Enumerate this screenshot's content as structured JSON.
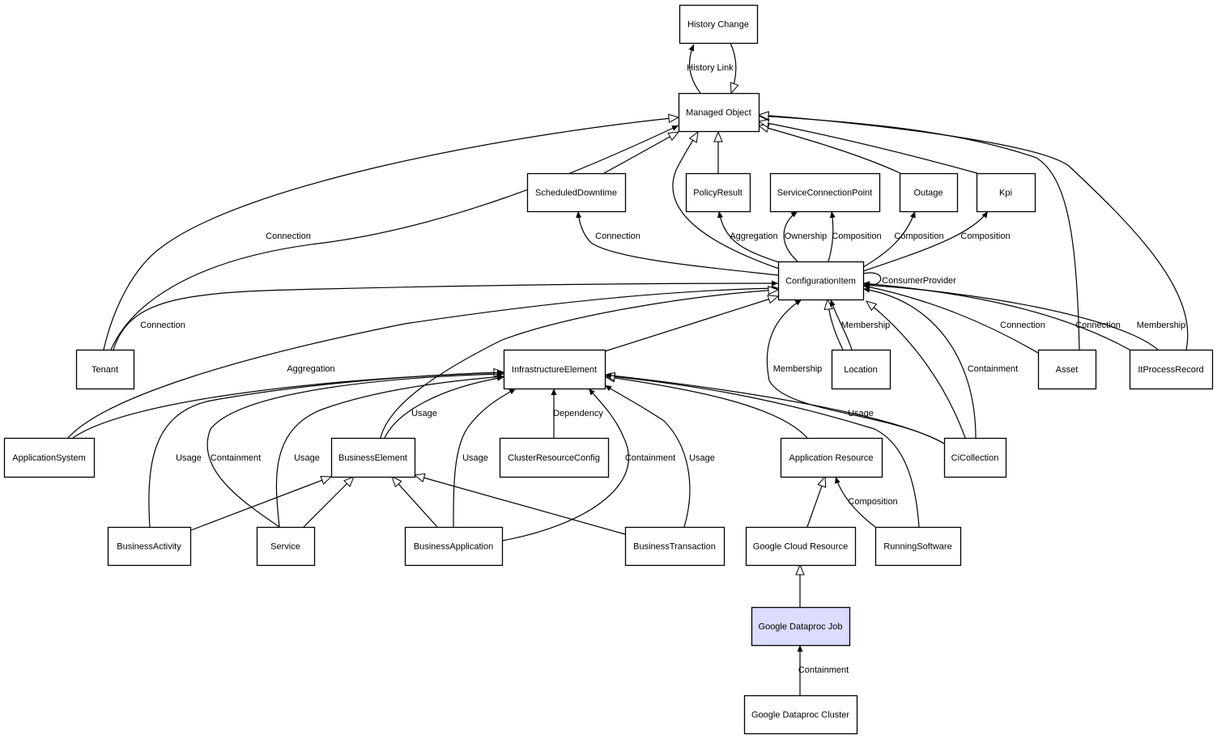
{
  "colors": {
    "node_fill": "#ffffff",
    "highlight_fill": "#dcdcfc",
    "stroke": "#000000"
  },
  "nodes": [
    {
      "id": "history-change",
      "label": "History Change"
    },
    {
      "id": "managed-object",
      "label": "Managed Object"
    },
    {
      "id": "scheduled-downtime",
      "label": "ScheduledDowntime"
    },
    {
      "id": "policy-result",
      "label": "PolicyResult"
    },
    {
      "id": "service-connection-point",
      "label": "ServiceConnectionPoint"
    },
    {
      "id": "outage",
      "label": "Outage"
    },
    {
      "id": "kpi",
      "label": "Kpi"
    },
    {
      "id": "configuration-item",
      "label": "ConfigurationItem"
    },
    {
      "id": "tenant",
      "label": "Tenant"
    },
    {
      "id": "infrastructure-element",
      "label": "InfrastructureElement"
    },
    {
      "id": "location",
      "label": "Location"
    },
    {
      "id": "asset",
      "label": "Asset"
    },
    {
      "id": "it-process-record",
      "label": "ItProcessRecord"
    },
    {
      "id": "application-system",
      "label": "ApplicationSystem"
    },
    {
      "id": "business-element",
      "label": "BusinessElement"
    },
    {
      "id": "cluster-resource-config",
      "label": "ClusterResourceConfig"
    },
    {
      "id": "application-resource",
      "label": "Application Resource"
    },
    {
      "id": "ci-collection",
      "label": "CiCollection"
    },
    {
      "id": "business-activity",
      "label": "BusinessActivity"
    },
    {
      "id": "service",
      "label": "Service"
    },
    {
      "id": "business-application",
      "label": "BusinessApplication"
    },
    {
      "id": "business-transaction",
      "label": "BusinessTransaction"
    },
    {
      "id": "google-cloud-resource",
      "label": "Google Cloud Resource"
    },
    {
      "id": "running-software",
      "label": "RunningSoftware"
    },
    {
      "id": "google-dataproc-job",
      "label": "Google Dataproc Job",
      "highlighted": true
    },
    {
      "id": "google-dataproc-cluster",
      "label": "Google Dataproc Cluster"
    }
  ],
  "edges": [
    {
      "from": "managed-object",
      "to": "history-change",
      "kind": "association",
      "label": "History Link"
    },
    {
      "from": "history-change",
      "to": "managed-object",
      "kind": "inheritance",
      "label": ""
    },
    {
      "from": "scheduled-downtime",
      "to": "managed-object",
      "kind": "inheritance",
      "label": ""
    },
    {
      "from": "policy-result",
      "to": "managed-object",
      "kind": "inheritance",
      "label": ""
    },
    {
      "from": "outage",
      "to": "managed-object",
      "kind": "inheritance",
      "label": ""
    },
    {
      "from": "kpi",
      "to": "managed-object",
      "kind": "inheritance",
      "label": ""
    },
    {
      "from": "configuration-item",
      "to": "managed-object",
      "kind": "inheritance",
      "label": ""
    },
    {
      "from": "tenant",
      "to": "managed-object",
      "kind": "inheritance",
      "label": ""
    },
    {
      "from": "tenant",
      "to": "managed-object",
      "kind": "association",
      "label": "Connection"
    },
    {
      "from": "asset",
      "to": "managed-object",
      "kind": "inheritance",
      "label": ""
    },
    {
      "from": "it-process-record",
      "to": "managed-object",
      "kind": "inheritance",
      "label": ""
    },
    {
      "from": "configuration-item",
      "to": "scheduled-downtime",
      "kind": "association",
      "label": "Connection"
    },
    {
      "from": "configuration-item",
      "to": "policy-result",
      "kind": "association",
      "label": "Aggregation"
    },
    {
      "from": "configuration-item",
      "to": "service-connection-point",
      "kind": "association",
      "label": "Ownership"
    },
    {
      "from": "configuration-item",
      "to": "service-connection-point",
      "kind": "association",
      "label": "Composition"
    },
    {
      "from": "configuration-item",
      "to": "outage",
      "kind": "association",
      "label": "Composition"
    },
    {
      "from": "configuration-item",
      "to": "kpi",
      "kind": "association",
      "label": "Composition"
    },
    {
      "from": "configuration-item",
      "to": "configuration-item",
      "kind": "association",
      "label": "ConsumerProvider"
    },
    {
      "from": "tenant",
      "to": "configuration-item",
      "kind": "association",
      "label": "Connection"
    },
    {
      "from": "application-system",
      "to": "configuration-item",
      "kind": "association",
      "label": "Aggregation"
    },
    {
      "from": "infrastructure-element",
      "to": "configuration-item",
      "kind": "inheritance",
      "label": ""
    },
    {
      "from": "business-element",
      "to": "configuration-item",
      "kind": "inheritance",
      "label": ""
    },
    {
      "from": "location",
      "to": "configuration-item",
      "kind": "inheritance",
      "label": ""
    },
    {
      "from": "location",
      "to": "configuration-item",
      "kind": "association",
      "label": "Membership"
    },
    {
      "from": "ci-collection",
      "to": "configuration-item",
      "kind": "association",
      "label": "Membership"
    },
    {
      "from": "ci-collection",
      "to": "configuration-item",
      "kind": "inheritance",
      "label": "Containment"
    },
    {
      "from": "ci-collection",
      "to": "configuration-item",
      "kind": "association",
      "label": ""
    },
    {
      "from": "asset",
      "to": "configuration-item",
      "kind": "association",
      "label": "Connection"
    },
    {
      "from": "it-process-record",
      "to": "configuration-item",
      "kind": "association",
      "label": "Connection"
    },
    {
      "from": "it-process-record",
      "to": "configuration-item",
      "kind": "association",
      "label": "Membership"
    },
    {
      "from": "application-system",
      "to": "infrastructure-element",
      "kind": "inheritance",
      "label": ""
    },
    {
      "from": "business-activity",
      "to": "infrastructure-element",
      "kind": "association",
      "label": "Usage"
    },
    {
      "from": "service",
      "to": "infrastructure-element",
      "kind": "association",
      "label": "Containment"
    },
    {
      "from": "service",
      "to": "infrastructure-element",
      "kind": "association",
      "label": "Usage"
    },
    {
      "from": "business-element",
      "to": "infrastructure-element",
      "kind": "association",
      "label": "Usage"
    },
    {
      "from": "business-application",
      "to": "infrastructure-element",
      "kind": "association",
      "label": "Usage"
    },
    {
      "from": "cluster-resource-config",
      "to": "infrastructure-element",
      "kind": "association",
      "label": "Dependency"
    },
    {
      "from": "business-application",
      "to": "infrastructure-element",
      "kind": "association",
      "label": "Containment"
    },
    {
      "from": "business-transaction",
      "to": "infrastructure-element",
      "kind": "association",
      "label": "Usage"
    },
    {
      "from": "application-resource",
      "to": "infrastructure-element",
      "kind": "inheritance",
      "label": ""
    },
    {
      "from": "running-software",
      "to": "infrastructure-element",
      "kind": "inheritance",
      "label": ""
    },
    {
      "from": "ci-collection",
      "to": "infrastructure-element",
      "kind": "association",
      "label": "Usage"
    },
    {
      "from": "business-activity",
      "to": "business-element",
      "kind": "inheritance",
      "label": ""
    },
    {
      "from": "service",
      "to": "business-element",
      "kind": "inheritance",
      "label": ""
    },
    {
      "from": "business-application",
      "to": "business-element",
      "kind": "inheritance",
      "label": ""
    },
    {
      "from": "business-transaction",
      "to": "business-element",
      "kind": "inheritance",
      "label": ""
    },
    {
      "from": "google-cloud-resource",
      "to": "application-resource",
      "kind": "inheritance",
      "label": ""
    },
    {
      "from": "running-software",
      "to": "application-resource",
      "kind": "association",
      "label": "Composition"
    },
    {
      "from": "google-dataproc-job",
      "to": "google-cloud-resource",
      "kind": "inheritance",
      "label": ""
    },
    {
      "from": "google-dataproc-cluster",
      "to": "google-dataproc-job",
      "kind": "association",
      "label": "Containment"
    }
  ]
}
